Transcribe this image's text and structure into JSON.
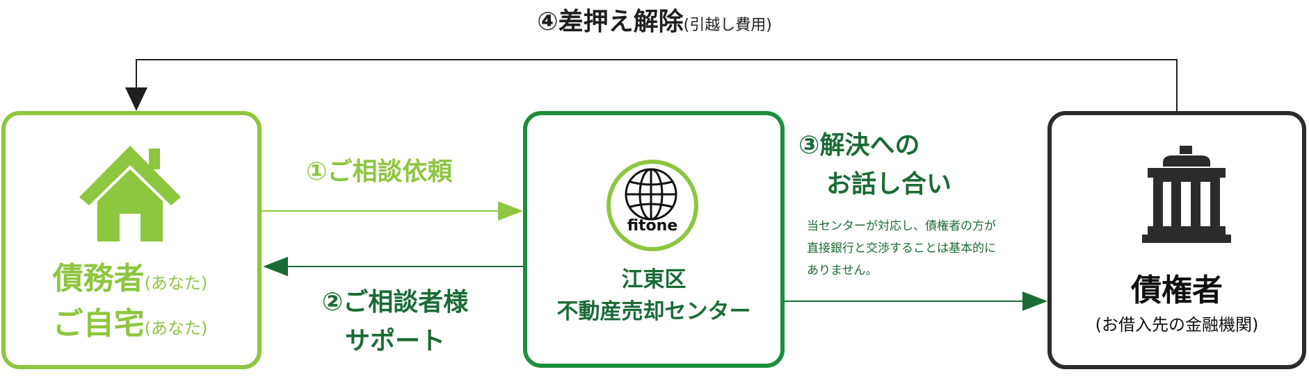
{
  "colors": {
    "debtor_green": "#8dc63f",
    "center_green": "#1b8f3a",
    "text_dark_green": "#1b6b35",
    "creditor_dark": "#2b2b2b",
    "return_line": "#1f1f1f"
  },
  "top_label": {
    "main": "④差押え解除",
    "sub": "(引越し費用)"
  },
  "debtor": {
    "icon": "house-icon",
    "line1": "債務者",
    "line1_sub": "(あなた)",
    "line2": "ご自宅",
    "line2_sub": "(あなた)"
  },
  "center": {
    "logo_icon": "globe-logo-icon",
    "logo_text": "fitone",
    "line1": "江東区",
    "line2": "不動産売却センター"
  },
  "creditor": {
    "icon": "bank-icon",
    "title": "債権者",
    "sub": "(お借入先の金融機関)"
  },
  "step1": {
    "label": "①ご相談依頼"
  },
  "step2": {
    "line1": "②ご相談者様",
    "line2": "サポート"
  },
  "step3": {
    "line1": "③解決への",
    "line2": "お話し合い",
    "note_line1": "当センターが対応し、債権者の方が",
    "note_line2": "直接銀行と交渉することは基本的に",
    "note_line3": "ありません。"
  }
}
